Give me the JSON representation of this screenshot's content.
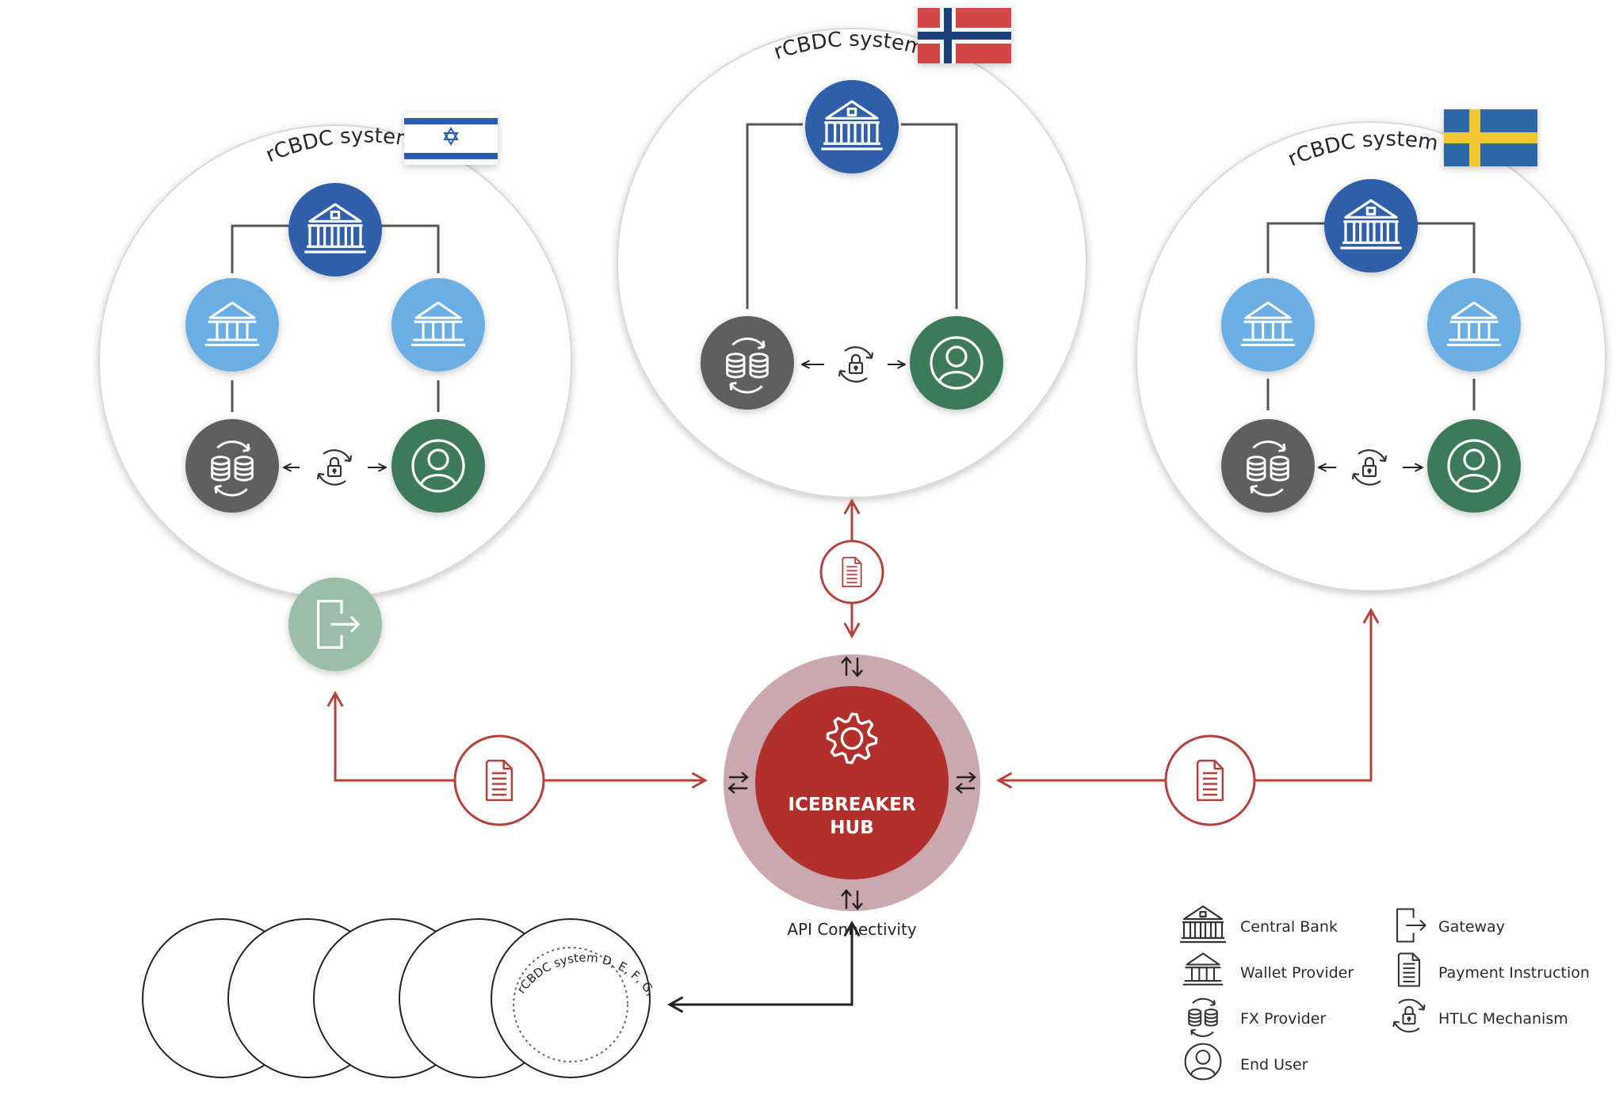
{
  "diagram": {
    "systems": [
      {
        "id": "israel",
        "title": "rCBDC system",
        "flag": "israel"
      },
      {
        "id": "norway",
        "title": "rCBDC system",
        "flag": "norway"
      },
      {
        "id": "sweden",
        "title": "rCBDC system",
        "flag": "sweden"
      }
    ],
    "hub": {
      "line1": "ICEBREAKER",
      "line2": "HUB",
      "caption": "API Connectivity"
    },
    "others_label": "rCBDC system D, E, F, G, H, I",
    "legend": [
      {
        "icon": "central-bank-icon",
        "label": "Central Bank"
      },
      {
        "icon": "gateway-icon",
        "label": "Gateway"
      },
      {
        "icon": "wallet-provider-icon",
        "label": "Wallet Provider"
      },
      {
        "icon": "payment-instruction-icon",
        "label": "Payment Instruction"
      },
      {
        "icon": "fx-provider-icon",
        "label": "FX Provider"
      },
      {
        "icon": "htlc-mechanism-icon",
        "label": "HTLC Mechanism"
      },
      {
        "icon": "end-user-icon",
        "label": "End User"
      }
    ],
    "colors": {
      "central_bank": "#2f5ea8",
      "wallet_provider": "#6aaee4",
      "fx_provider": "#5f5f5f",
      "end_user": "#3d7a5a",
      "gateway": "#9cbea8",
      "hub_inner": "#b2302c",
      "hub_outer": "#cba7b0",
      "connector": "#b4413c"
    }
  }
}
